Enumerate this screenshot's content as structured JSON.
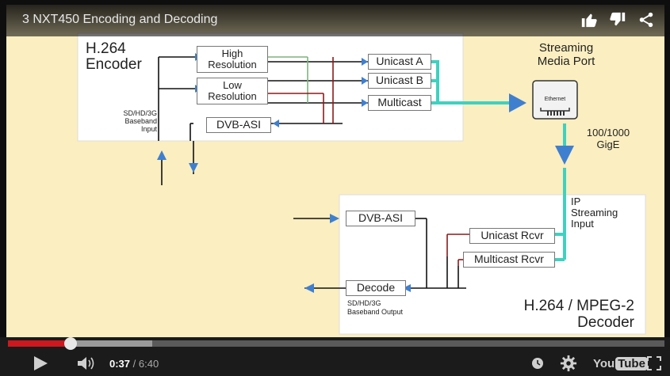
{
  "video": {
    "title": "3 NXT450 Encoding and Decoding"
  },
  "player": {
    "current_time": "0:37",
    "separator": " / ",
    "duration": "6:40",
    "played_fraction": 0.095,
    "buffered_fraction": 0.22,
    "logo_prefix": "You",
    "logo_suffix": "Tube",
    "accent_color": "#cc181e"
  },
  "diagram": {
    "encoder": {
      "title_line1": "H.264",
      "title_line2": "Encoder",
      "high_res_line1": "High",
      "high_res_line2": "Resolution",
      "low_res_line1": "Low",
      "low_res_line2": "Resolution",
      "dvb_asi": "DVB-ASI",
      "unicast_a": "Unicast A",
      "unicast_b": "Unicast B",
      "multicast": "Multicast",
      "input_line1": "SD/HD/3G",
      "input_line2": "Baseband",
      "input_line3": "Input"
    },
    "streaming_port_line1": "Streaming",
    "streaming_port_line2": "Media Port",
    "ethernet": "Ethernet",
    "gige_line1": "100/1000",
    "gige_line2": "GigE",
    "ip_input_line1": "IP",
    "ip_input_line2": "Streaming",
    "ip_input_line3": "Input",
    "decoder": {
      "dvb_asi": "DVB-ASI",
      "unicast_rcvr": "Unicast Rcvr",
      "multicast_rcvr": "Multicast Rcvr",
      "decode": "Decode",
      "output_line1": "SD/HD/3G",
      "output_line2": "Baseband Output",
      "title_line1": "H.264 / MPEG-2",
      "title_line2": "Decoder"
    },
    "colors": {
      "background": "#fbeec0",
      "stream": "#3fd1c0",
      "arrow": "#3f7fd0",
      "red_line": "#8b1a1a",
      "green_line": "#7fb27f",
      "box_bg": "#ffffff"
    }
  },
  "icons": {
    "like": "thumbs-up-icon",
    "dislike": "thumbs-down-icon",
    "share": "share-icon",
    "play": "play-icon",
    "volume": "volume-icon",
    "watch_later": "clock-icon",
    "settings": "gear-icon",
    "fullscreen": "fullscreen-icon"
  }
}
